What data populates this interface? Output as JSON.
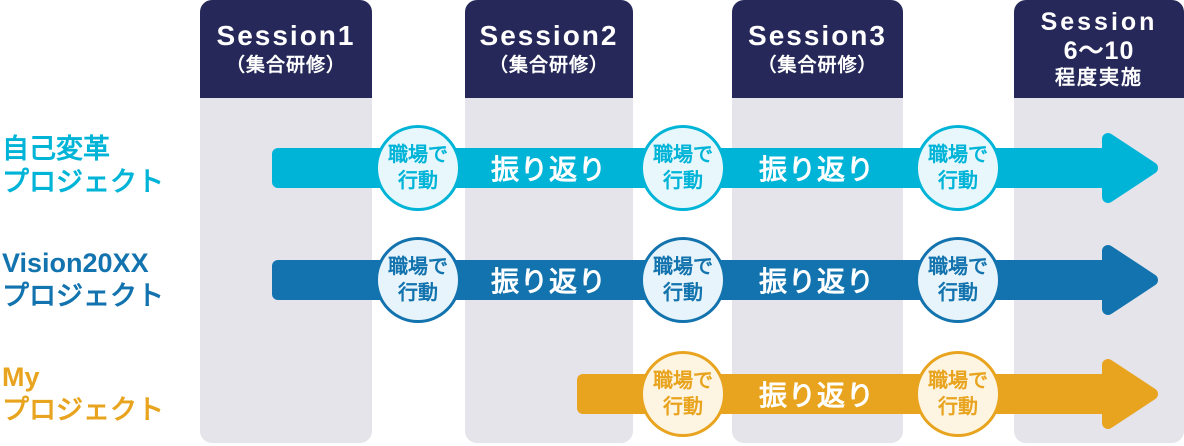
{
  "diagram": {
    "title_implicit": "",
    "colors": {
      "header_navy": "#252858",
      "column_gray": "#e4e4ea",
      "row1_cyan": "#00b4d8",
      "row2_blue": "#1273ae",
      "row3_orange": "#e9a41f",
      "circle_fill_cyan": "#e8f7fc",
      "circle_fill_blue": "#e8f4fb",
      "circle_fill_orange": "#fdf4e2"
    },
    "columns": [
      {
        "lines": [
          "Session1",
          "（集合研修）"
        ]
      },
      {
        "lines": [
          "Session2",
          "（集合研修）"
        ]
      },
      {
        "lines": [
          "Session3",
          "（集合研修）"
        ]
      },
      {
        "lines": [
          "Session",
          "6〜10",
          "程度実施"
        ]
      }
    ],
    "rows": [
      {
        "label_lines": [
          "自己変革",
          "プロジェクト"
        ],
        "color": "#00b4d8",
        "circles": [
          {
            "lines": [
              "職場で",
              "行動"
            ]
          },
          {
            "lines": [
              "職場で",
              "行動"
            ]
          },
          {
            "lines": [
              "職場で",
              "行動"
            ]
          }
        ],
        "bar_labels": [
          "振り返り",
          "振り返り"
        ]
      },
      {
        "label_lines": [
          "Vision20XX",
          "プロジェクト"
        ],
        "color": "#1273ae",
        "circles": [
          {
            "lines": [
              "職場で",
              "行動"
            ]
          },
          {
            "lines": [
              "職場で",
              "行動"
            ]
          },
          {
            "lines": [
              "職場で",
              "行動"
            ]
          }
        ],
        "bar_labels": [
          "振り返り",
          "振り返り"
        ]
      },
      {
        "label_lines": [
          "My",
          "プロジェクト"
        ],
        "color": "#e9a41f",
        "circles": [
          {
            "lines": [
              "職場で",
              "行動"
            ]
          },
          {
            "lines": [
              "職場で",
              "行動"
            ]
          }
        ],
        "bar_labels": [
          "振り返り"
        ]
      }
    ]
  }
}
